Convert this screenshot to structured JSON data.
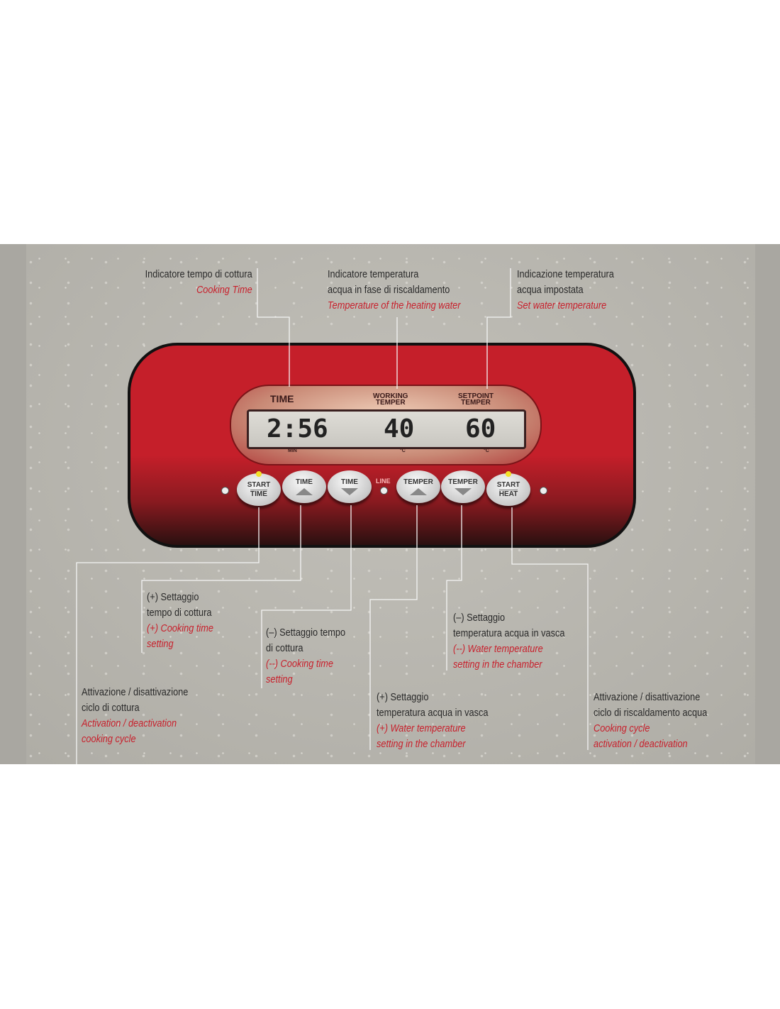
{
  "top_labels": [
    {
      "it": "Indicatore tempo di cottura",
      "en": "Cooking Time"
    },
    {
      "it1": "Indicatore temperatura",
      "it2": "acqua in fase di riscaldamento",
      "en": "Temperature of the heating water"
    },
    {
      "it1": "Indicazione temperatura",
      "it2": "acqua impostata",
      "en": "Set water temperature"
    }
  ],
  "display": {
    "time_caption": "TIME",
    "working_caption1": "WORKING",
    "working_caption2": "TEMPER",
    "setpoint_caption1": "SETPOINT",
    "setpoint_caption2": "TEMPER",
    "time_value": "2:56",
    "working_value": "40",
    "setpoint_value": "60",
    "time_unit": "MIN",
    "working_unit": "°C",
    "setpoint_unit": "°C"
  },
  "buttons": {
    "start_time": [
      "START",
      "TIME"
    ],
    "time_up": "TIME",
    "time_down": "TIME",
    "line": "LINE",
    "temp_up": "TEMPER",
    "temp_down": "TEMPER",
    "start_heat": [
      "START",
      "HEAT"
    ]
  },
  "bottom_labels": [
    {
      "it1": "Attivazione / disattivazione",
      "it2": "ciclo di cottura",
      "en1": "Activation / deactivation",
      "en2": "cooking cycle"
    },
    {
      "it1": "(+) Settaggio",
      "it2": "tempo di cottura",
      "en1": "(+) Cooking time",
      "en2": "setting"
    },
    {
      "it1": "(–) Settaggio tempo",
      "it2": "di cottura",
      "en1": "(--) Cooking time",
      "en2": "setting"
    },
    {
      "it1": "(+) Settaggio",
      "it2": "temperatura acqua in vasca",
      "en1": "(+) Water temperature",
      "en2": "setting in the chamber"
    },
    {
      "it1": "(–) Settaggio",
      "it2": "temperatura acqua in vasca",
      "en1": "(--) Water temperature",
      "en2": "setting in the chamber"
    },
    {
      "it1": "Attivazione / disattivazione",
      "it2": "ciclo di riscaldamento acqua",
      "en1": "Cooking cycle",
      "en2": "activation / deactivation"
    }
  ]
}
